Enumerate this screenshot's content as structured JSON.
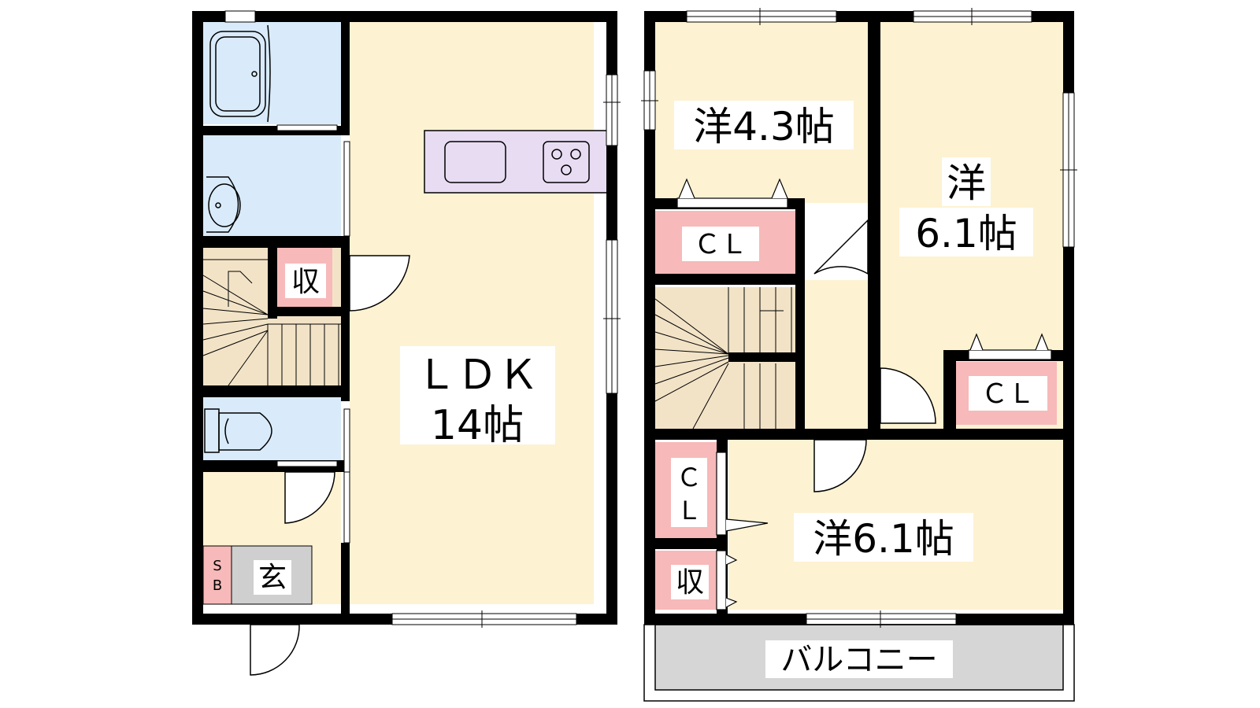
{
  "floor1": {
    "ldk_line1": "ＬＤＫ",
    "ldk_line2": "14帖",
    "storage": "収",
    "entrance": "玄",
    "shoebox_s": "S",
    "shoebox_b": "B"
  },
  "floor2": {
    "room_a": "洋4.3帖",
    "room_b_line1": "洋",
    "room_b_line2": "6.1帖",
    "room_c": "洋6.1帖",
    "closet_a": "ＣＬ",
    "closet_b": "ＣＬ",
    "closet_c_1": "Ｃ",
    "closet_c_2": "Ｌ",
    "storage": "収",
    "balcony": "バルコニー"
  },
  "colors": {
    "wall": "#000000",
    "room_fill": "#fdf2d2",
    "wet_area_fill": "#d9ebfa",
    "storage_fill": "#f7b9b9",
    "kitchen_fill": "#e8dcf3",
    "stair_fill": "#f2e3c7",
    "entrance_fill": "#cfcfcf",
    "balcony_fill": "#d6d6d6"
  }
}
